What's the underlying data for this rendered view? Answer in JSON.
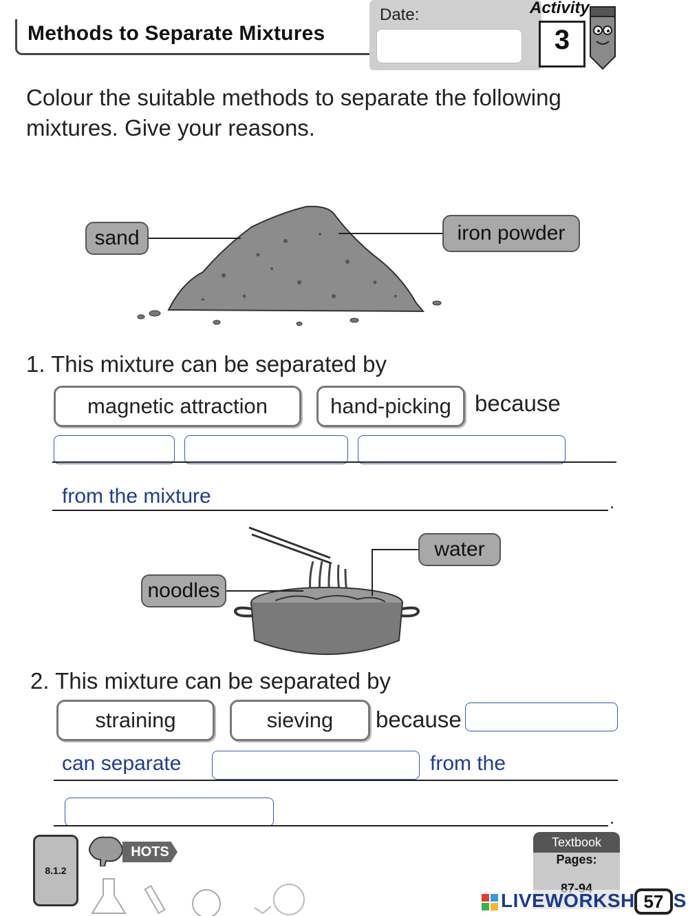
{
  "header": {
    "title": "Methods to Separate Mixtures",
    "date_label": "Date:",
    "date_value": "",
    "activity_label": "Activity",
    "activity_number": "3"
  },
  "instructions": "Colour the suitable methods to separate the following mixtures. Give your reasons.",
  "question1": {
    "labels": {
      "left": "sand",
      "right": "iron powder"
    },
    "prompt": "1. This mixture can be separated by",
    "options": [
      "magnetic attraction",
      "hand-picking"
    ],
    "because": "because",
    "blanks": [
      "",
      "",
      ""
    ],
    "completion": "from the mixture",
    "end_mark": "."
  },
  "question2": {
    "labels": {
      "left": "noodles",
      "right": "water"
    },
    "prompt": "2. This mixture can be separated by",
    "options": [
      "straining",
      "sieving"
    ],
    "because": "because",
    "blank_1": "",
    "text_can_separate": "can separate",
    "blank_2": "",
    "text_from_the": "from the",
    "blank_3": "",
    "end_mark": "."
  },
  "footer": {
    "code": "8.1.2",
    "hots": "HOTS",
    "textbook_title": "Textbook",
    "textbook_pages_label": "Pages:",
    "textbook_pages_range": "87-94",
    "watermark": "LIVEWORKSHEETS",
    "page_number": "57"
  }
}
